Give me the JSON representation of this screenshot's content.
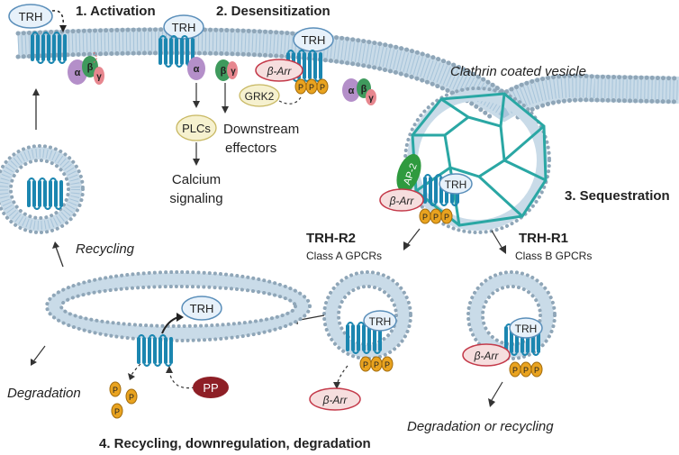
{
  "steps": {
    "activation": "1. Activation",
    "desensitization": "2. Desensitization",
    "sequestration": "3. Sequestration",
    "recycling_deg": "4. Recycling, downregulation, degradation"
  },
  "labels": {
    "trh": "TRH",
    "alpha": "α",
    "beta": "β",
    "gamma": "γ",
    "barr": "β-Arr",
    "grk2": "GRK2",
    "p": "P",
    "plcs": "PLCs",
    "downstream_1": "Downstream",
    "downstream_2": "effectors",
    "calcium_1": "Calcium",
    "calcium_2": "signaling",
    "clathrin": "Clathrin coated vesicle",
    "ap2": "AP-2",
    "trhr2": "TRH-R2",
    "classA": "Class A GPCRs",
    "trhr1": "TRH-R1",
    "classB": "Class B GPCRs",
    "recycling": "Recycling",
    "degradation": "Degradation",
    "deg_or_rec": "Degradation or recycling",
    "pp": "PP"
  },
  "colors": {
    "membrane": "#a7c4da",
    "bead": "#8fa6b8",
    "receptor": "#1b86b0",
    "alpha": "#b48fc9",
    "beta": "#3f9a5d",
    "gamma": "#e7878f",
    "barr_fill": "#f6dede",
    "barr_stroke": "#c43a4a",
    "p_fill": "#e9a31f",
    "grk2_fill": "#f6f1cf",
    "clathrin": "#2aa7a4",
    "ap2": "#2f9a3f",
    "pp": "#8e1f26",
    "trh_fill": "#e7f1fa",
    "trh_stroke": "#5b8fba"
  }
}
